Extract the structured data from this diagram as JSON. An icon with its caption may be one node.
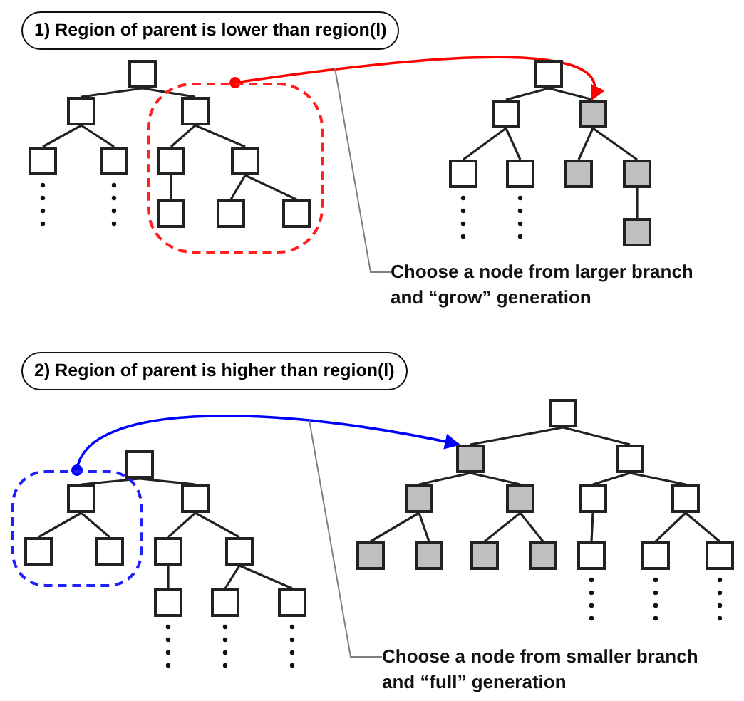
{
  "diagram": {
    "nodes": [
      {
        "text": [
          "1) Region of parent is lower than region(l)"
        ]
      },
      {
        "text": [],
        "shape": "box"
      },
      {
        "text": [],
        "shape": "box"
      },
      {
        "text": [],
        "shape": "box"
      },
      {
        "text": [],
        "shape": "box",
        "in": 3
      },
      {
        "text": [],
        "shape": "box"
      },
      {
        "text": [],
        "shape": "box"
      },
      {
        "text": [],
        "shape": "box",
        "in": 3
      },
      {
        "text": [],
        "shape": "box",
        "in": 3
      },
      {
        "text": [],
        "shape": "box",
        "in": 3
      },
      {
        "text": [],
        "shape": "box",
        "in": 3
      },
      {
        "text": [],
        "shape": "box",
        "in": 3
      },
      {
        "text": [],
        "shape": "box"
      },
      {
        "text": [],
        "shape": "box"
      },
      {
        "text": [],
        "shape": "box"
      },
      {
        "text": [],
        "shape": "box"
      },
      {
        "text": [],
        "shape": "box"
      },
      {
        "text": [],
        "shape": "box"
      },
      {
        "text": [],
        "shape": "box"
      },
      {
        "text": [],
        "shape": "box"
      },
      {
        "text": [
          "Choose a node from larger branch and “grow” generation"
        ]
      },
      {
        "text": [
          "2) Region of parent is higher than region(l)"
        ]
      },
      {
        "text": [],
        "shape": "box"
      },
      {
        "text": [],
        "shape": "box"
      },
      {
        "text": [],
        "shape": "box",
        "in": 23
      },
      {
        "text": [],
        "shape": "box"
      },
      {
        "text": [],
        "shape": "box",
        "in": 23
      },
      {
        "text": [],
        "shape": "box",
        "in": 23
      },
      {
        "text": [],
        "shape": "box"
      },
      {
        "text": [],
        "shape": "box"
      },
      {
        "text": [],
        "shape": "box"
      },
      {
        "text": [],
        "shape": "box"
      },
      {
        "text": [],
        "shape": "box"
      },
      {
        "text": [],
        "shape": "box"
      },
      {
        "text": [],
        "shape": "box"
      },
      {
        "text": [],
        "shape": "box"
      },
      {
        "text": [],
        "shape": "box"
      },
      {
        "text": [],
        "shape": "box"
      },
      {
        "text": [],
        "shape": "box"
      },
      {
        "text": [],
        "shape": "box"
      },
      {
        "text": [],
        "shape": "box"
      },
      {
        "text": [],
        "shape": "box"
      },
      {
        "text": [],
        "shape": "box"
      },
      {
        "text": [],
        "shape": "box"
      },
      {
        "text": [],
        "shape": "box"
      },
      {
        "text": [],
        "shape": "box"
      },
      {
        "text": [],
        "shape": "box"
      },
      {
        "text": [
          "Choose a node from smaller branch and “full” generation"
        ]
      }
    ],
    "edges": [
      {
        "from": 1,
        "to": 2,
        "arrow": "none"
      },
      {
        "from": 1,
        "to": 4,
        "arrow": "none"
      },
      {
        "from": 2,
        "to": 5,
        "arrow": "none"
      },
      {
        "from": 2,
        "to": 6,
        "arrow": "none"
      },
      {
        "from": 4,
        "to": 7,
        "arrow": "none"
      },
      {
        "from": 4,
        "to": 8,
        "arrow": "none"
      },
      {
        "from": 7,
        "to": 9,
        "arrow": "none"
      },
      {
        "from": 8,
        "to": 10,
        "arrow": "none"
      },
      {
        "from": 8,
        "to": 11,
        "arrow": "none"
      },
      {
        "from": 12,
        "to": 13,
        "arrow": "none"
      },
      {
        "from": 12,
        "to": 14,
        "arrow": "none"
      },
      {
        "from": 13,
        "to": 15,
        "arrow": "none"
      },
      {
        "from": 13,
        "to": 16,
        "arrow": "none"
      },
      {
        "from": 14,
        "to": 17,
        "arrow": "none"
      },
      {
        "from": 14,
        "to": 18,
        "arrow": "none"
      },
      {
        "from": 18,
        "to": 19,
        "arrow": "none"
      },
      {
        "from": 3,
        "to": 14,
        "arrow": "to",
        "color": "#ff0000"
      },
      {
        "from": 20,
        "to": null,
        "arrow": "none",
        "color": "#808080"
      },
      {
        "from": 22,
        "to": 24,
        "arrow": "none"
      },
      {
        "from": 22,
        "to": 25,
        "arrow": "none"
      },
      {
        "from": 24,
        "to": 26,
        "arrow": "none"
      },
      {
        "from": 24,
        "to": 27,
        "arrow": "none"
      },
      {
        "from": 25,
        "to": 28,
        "arrow": "none"
      },
      {
        "from": 25,
        "to": 29,
        "arrow": "none"
      },
      {
        "from": 28,
        "to": 30,
        "arrow": "none"
      },
      {
        "from": 29,
        "to": 31,
        "arrow": "none"
      },
      {
        "from": 29,
        "to": 32,
        "arrow": "none"
      },
      {
        "from": 33,
        "to": 34,
        "arrow": "none"
      },
      {
        "from": 33,
        "to": 35,
        "arrow": "none"
      },
      {
        "from": 34,
        "to": 36,
        "arrow": "none"
      },
      {
        "from": 34,
        "to": 37,
        "arrow": "none"
      },
      {
        "from": 35,
        "to": 38,
        "arrow": "none"
      },
      {
        "from": 35,
        "to": 39,
        "arrow": "none"
      },
      {
        "from": 36,
        "to": 40,
        "arrow": "none"
      },
      {
        "from": 36,
        "to": 41,
        "arrow": "none"
      },
      {
        "from": 37,
        "to": 42,
        "arrow": "none"
      },
      {
        "from": 37,
        "to": 43,
        "arrow": "none"
      },
      {
        "from": 38,
        "to": 44,
        "arrow": "none"
      },
      {
        "from": 39,
        "to": 45,
        "arrow": "none"
      },
      {
        "from": 39,
        "to": 46,
        "arrow": "none"
      },
      {
        "from": 23,
        "to": 34,
        "arrow": "to",
        "color": "#0000ff"
      },
      {
        "from": 47,
        "to": null,
        "arrow": "none",
        "color": "#808080"
      }
    ]
  }
}
